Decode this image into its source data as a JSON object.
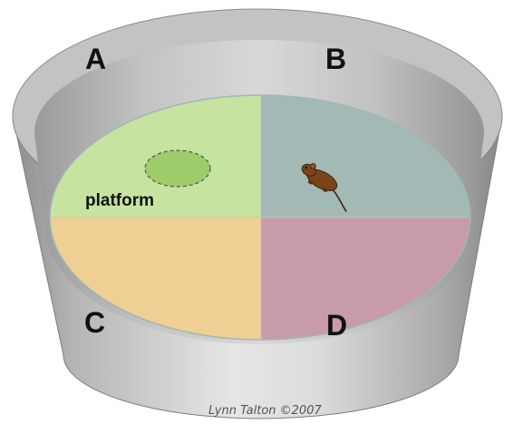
{
  "figure": {
    "quadrant_labels": {
      "a": "A",
      "b": "B",
      "c": "C",
      "d": "D"
    },
    "platform_label": "platform",
    "credit": "Lynn Talton ©2007",
    "colors": {
      "quadrant_a": "#c6e3a0",
      "quadrant_b": "#a3b9b5",
      "quadrant_c": "#efcf93",
      "quadrant_d": "#c79ba9",
      "platform": "#9fcc6b",
      "rat": "#7a4418",
      "tub_outer": "#a8a8a8",
      "tub_inner": "#c9c9c9"
    },
    "icons": {
      "platform": "platform-icon",
      "rat": "rat-icon"
    }
  }
}
